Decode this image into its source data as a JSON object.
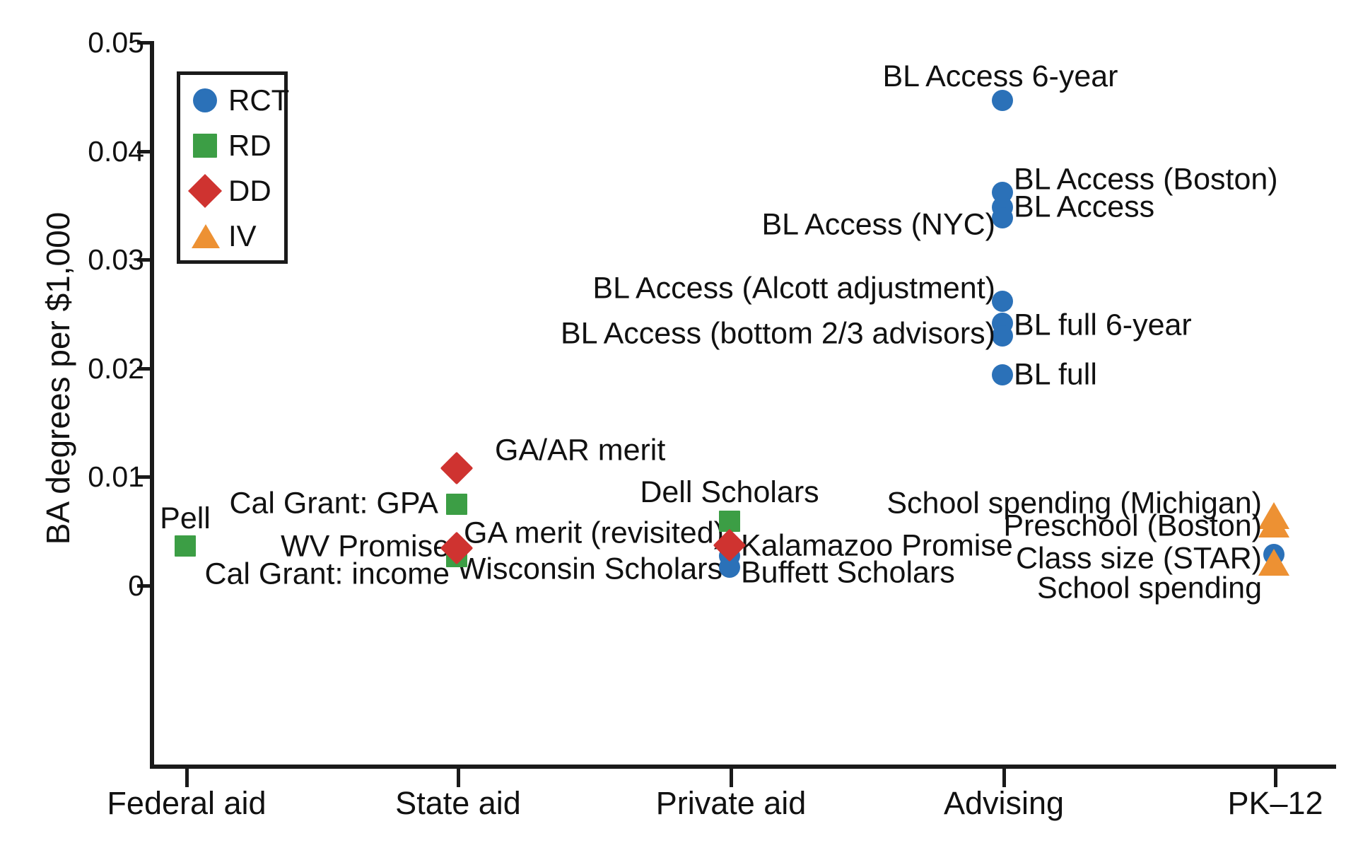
{
  "chart_data": {
    "type": "scatter",
    "title": "",
    "xlabel": "",
    "ylabel": "BA degrees per $1,000",
    "ylim": [
      -0.006,
      0.053
    ],
    "yticks": [
      "0",
      "0.01",
      "0.02",
      "0.03",
      "0.04",
      "0.05"
    ],
    "ytick_values": [
      0,
      0.01,
      0.02,
      0.03,
      0.04,
      0.05
    ],
    "categories": [
      "Federal aid",
      "State aid",
      "Private aid",
      "Advising",
      "PK–12"
    ],
    "grid": false,
    "legend": {
      "position": "upper-left-inside",
      "entries": [
        {
          "label": "RCT",
          "marker": "circle",
          "color": "#2b71b8"
        },
        {
          "label": "RD",
          "marker": "square",
          "color": "#3c9e45"
        },
        {
          "label": "DD",
          "marker": "diamond",
          "color": "#cf3330"
        },
        {
          "label": "IV",
          "marker": "triangle",
          "color": "#ed9133"
        }
      ]
    },
    "points": [
      {
        "name": "Pell",
        "x": "Federal aid",
        "y": 0.0035,
        "method": "RD",
        "marker": "square",
        "color": "#3c9e45",
        "label": "Pell",
        "label_pos": "above"
      },
      {
        "name": "GA/AR merit",
        "x": "State aid",
        "y": 0.0107,
        "method": "DD",
        "marker": "diamond",
        "color": "#cf3330",
        "label": "GA/AR merit",
        "label_pos": "right-above"
      },
      {
        "name": "Cal Grant: GPA",
        "x": "State aid",
        "y": 0.0074,
        "method": "RD",
        "marker": "square",
        "color": "#3c9e45",
        "label": "Cal Grant: GPA",
        "label_pos": "left"
      },
      {
        "name": "WV Promise",
        "x": "State aid",
        "y": 0.0034,
        "method": "DD",
        "marker": "diamond",
        "color": "#cf3330",
        "label": "WV Promise",
        "label_pos": "left"
      },
      {
        "name": "GA merit (revisited)",
        "x": "State aid",
        "y": 0.0034,
        "method": "DD",
        "marker": "diamond",
        "color": "#cf3330",
        "label": "GA merit (revisited)",
        "label_pos": "right"
      },
      {
        "name": "Cal Grant: income",
        "x": "State aid",
        "y": 0.0026,
        "method": "RD",
        "marker": "square",
        "color": "#3c9e45",
        "label": "Cal Grant: income",
        "label_pos": "left"
      },
      {
        "name": "Dell Scholars",
        "x": "Private aid",
        "y": 0.0058,
        "method": "RD",
        "marker": "square",
        "color": "#3c9e45",
        "label": "Dell Scholars",
        "label_pos": "above"
      },
      {
        "name": "Kalamazoo Promise",
        "x": "Private aid",
        "y": 0.0036,
        "method": "DD",
        "marker": "diamond",
        "color": "#cf3330",
        "label": "Kalamazoo Promise",
        "label_pos": "right"
      },
      {
        "name": "Wisconsin Scholars",
        "x": "Private aid",
        "y": 0.0026,
        "method": "RCT",
        "marker": "circle",
        "color": "#2b71b8",
        "label": "Wisconsin Scholars",
        "label_pos": "left"
      },
      {
        "name": "Buffett Scholars",
        "x": "Private aid",
        "y": 0.0016,
        "method": "RCT",
        "marker": "circle",
        "color": "#2b71b8",
        "label": "Buffett Scholars",
        "label_pos": "right"
      },
      {
        "name": "BL Access 6-year",
        "x": "Advising",
        "y": 0.0448,
        "method": "RCT",
        "marker": "circle",
        "color": "#2b71b8",
        "label": "BL Access 6-year",
        "label_pos": "above"
      },
      {
        "name": "BL Access (Boston)",
        "x": "Advising",
        "y": 0.0356,
        "method": "RCT",
        "marker": "circle",
        "color": "#2b71b8",
        "label": "BL Access (Boston)",
        "label_pos": "right-above"
      },
      {
        "name": "BL Access",
        "x": "Advising",
        "y": 0.0342,
        "method": "RCT",
        "marker": "circle",
        "color": "#2b71b8",
        "label": "BL Access",
        "label_pos": "right"
      },
      {
        "name": "BL Access (NYC)",
        "x": "Advising",
        "y": 0.0336,
        "method": "RCT",
        "marker": "circle",
        "color": "#2b71b8",
        "label": "BL Access (NYC)",
        "label_pos": "left"
      },
      {
        "name": "BL Access (Alcott adjustment)",
        "x": "Advising",
        "y": 0.0252,
        "method": "RCT",
        "marker": "circle",
        "color": "#2b71b8",
        "label": "BL Access (Alcott adjustment)",
        "label_pos": "left-above"
      },
      {
        "name": "BL full 6-year",
        "x": "Advising",
        "y": 0.0231,
        "method": "RCT",
        "marker": "circle",
        "color": "#2b71b8",
        "label": "BL full 6-year",
        "label_pos": "right"
      },
      {
        "name": "BL Access (bottom 2/3 advisors)",
        "x": "Advising",
        "y": 0.0221,
        "method": "RCT",
        "marker": "circle",
        "color": "#2b71b8",
        "label": "BL Access (bottom 2/3 advisors)",
        "label_pos": "left"
      },
      {
        "name": "BL full",
        "x": "Advising",
        "y": 0.0183,
        "method": "RCT",
        "marker": "circle",
        "color": "#2b71b8",
        "label": "BL full",
        "label_pos": "right"
      },
      {
        "name": "School spending (Michigan)",
        "x": "PK–12",
        "y": 0.0044,
        "method": "IV",
        "marker": "triangle",
        "color": "#ed9133",
        "label": "School spending (Michigan)",
        "label_pos": "left-above"
      },
      {
        "name": "Preschool (Boston)",
        "x": "PK–12",
        "y": 0.004,
        "method": "IV",
        "marker": "triangle",
        "color": "#ed9133",
        "label": "Preschool (Boston)",
        "label_pos": "left"
      },
      {
        "name": "Class size (STAR)",
        "x": "PK–12",
        "y": 0.0013,
        "method": "RCT",
        "marker": "circle",
        "color": "#2b71b8",
        "label": "Class size (STAR)",
        "label_pos": "left"
      },
      {
        "name": "School spending",
        "x": "PK–12",
        "y": 0.0008,
        "method": "IV",
        "marker": "triangle",
        "color": "#ed9133",
        "label": "School spending",
        "label_pos": "below-left"
      }
    ]
  },
  "axis": {
    "y_title": "BA degrees per $1,000",
    "y_ticks": [
      "0.05",
      "0.04",
      "0.03",
      "0.02",
      "0.01",
      "0"
    ],
    "x_ticks": [
      "Federal aid",
      "State aid",
      "Private aid",
      "Advising",
      "PK–12"
    ]
  },
  "legend": {
    "items": [
      {
        "label": "RCT"
      },
      {
        "label": "RD"
      },
      {
        "label": "DD"
      },
      {
        "label": "IV"
      }
    ]
  },
  "labels": {
    "pell": "Pell",
    "ga_ar_merit": "GA/AR merit",
    "cal_grant_gpa": "Cal Grant: GPA",
    "wv_promise": "WV Promise",
    "ga_merit_revisited": "GA merit (revisited)",
    "cal_grant_income": "Cal Grant: income",
    "dell_scholars": "Dell Scholars",
    "kalamazoo_promise": "Kalamazoo Promise",
    "wisconsin_scholars": "Wisconsin Scholars",
    "buffett_scholars": "Buffett Scholars",
    "bl_access_6year": "BL Access 6-year",
    "bl_access_boston": "BL Access (Boston)",
    "bl_access": "BL Access",
    "bl_access_nyc": "BL Access (NYC)",
    "bl_access_alcott": "BL Access (Alcott adjustment)",
    "bl_full_6year": "BL full 6-year",
    "bl_access_bottom": "BL Access (bottom 2/3 advisors)",
    "bl_full": "BL full",
    "school_spending_michigan": "School spending (Michigan)",
    "preschool_boston": "Preschool (Boston)",
    "class_size_star": "Class size (STAR)",
    "school_spending": "School spending"
  },
  "colors": {
    "rct": "#2b71b8",
    "rd": "#3c9e45",
    "dd": "#cf3330",
    "iv": "#ed9133",
    "axis": "#1a1a1a",
    "text": "#111111",
    "background": "#ffffff"
  }
}
